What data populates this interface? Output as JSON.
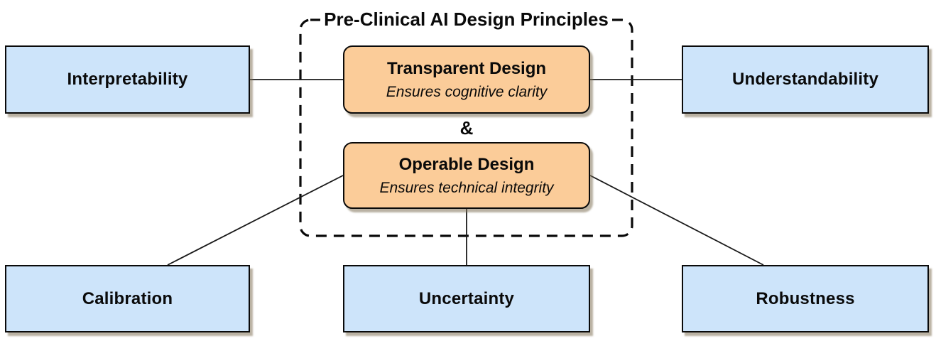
{
  "diagram": {
    "title": "Pre-Clinical AI Design Principles",
    "ampersand": "&",
    "principles": [
      {
        "id": "transparent-design",
        "title": "Transparent Design",
        "subtitle": "Ensures cognitive clarity"
      },
      {
        "id": "operable-design",
        "title": "Operable Design",
        "subtitle": "Ensures technical integrity"
      }
    ],
    "attributes": [
      {
        "id": "interpretability",
        "label": "Interpretability"
      },
      {
        "id": "understandability",
        "label": "Understandability"
      },
      {
        "id": "calibration",
        "label": "Calibration"
      },
      {
        "id": "uncertainty",
        "label": "Uncertainty"
      },
      {
        "id": "robustness",
        "label": "Robustness"
      }
    ],
    "colors": {
      "principle_fill": "#fbcc99",
      "attribute_fill": "#cde4fa",
      "border": "#0a0a0a",
      "connector": "#1a1a1a",
      "shadow": "#82725e"
    }
  }
}
